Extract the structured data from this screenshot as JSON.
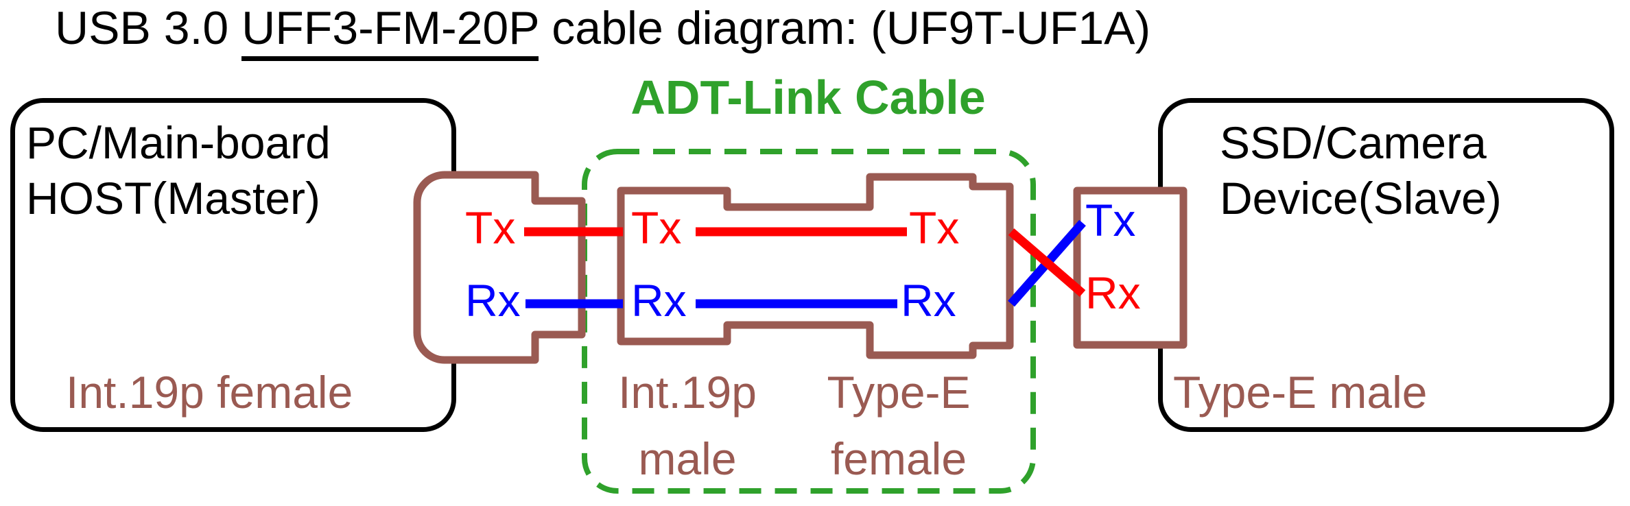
{
  "title": {
    "prefix": "USB 3.0 ",
    "model": "UFF3-FM-20P",
    "suffix": " cable diagram: (UF9T-UF1A)"
  },
  "host": {
    "name_line1": "PC/Main-board",
    "name_line2": "HOST(Master)",
    "connector": "Int.19p female",
    "tx": "Tx",
    "rx": "Rx"
  },
  "cable": {
    "brand_label": "ADT-Link Cable",
    "left_connector": {
      "line1": "Int.19p",
      "line2": "male",
      "tx": "Tx",
      "rx": "Rx"
    },
    "right_connector": {
      "line1": "Type-E",
      "line2": "female",
      "tx": "Tx",
      "rx": "Rx"
    }
  },
  "device": {
    "name_line1": "SSD/Camera",
    "name_line2": "Device(Slave)",
    "connector": "Type-E male",
    "tx": "Tx",
    "rx": "Rx"
  },
  "colors": {
    "wire_tx": "#ff0000",
    "wire_rx": "#0000ff",
    "connector_outline": "#9a5a52",
    "cable_boundary": "#2fa12b",
    "text": "#000000"
  }
}
